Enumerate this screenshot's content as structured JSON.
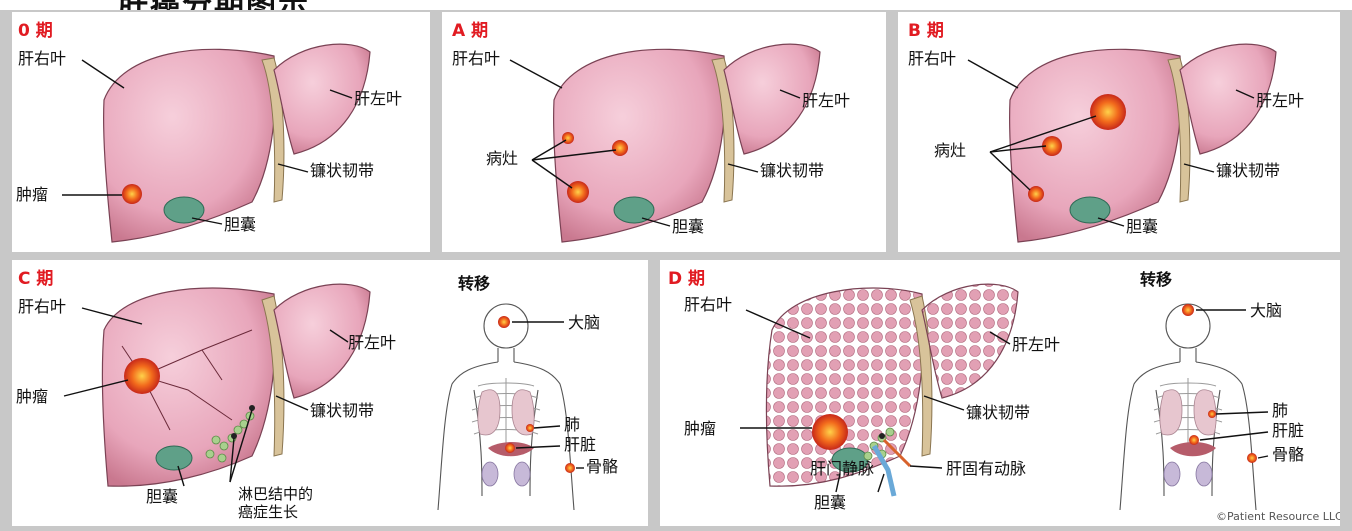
{
  "title": "肝癌分期图示",
  "panels": {
    "stage0": {
      "stage": "0 期",
      "right_lobe": "肝右叶",
      "left_lobe": "肝左叶",
      "ligament": "镰状韧带",
      "tumor": "肿瘤",
      "gallbladder": "胆囊"
    },
    "stageA": {
      "stage": "A 期",
      "right_lobe": "肝右叶",
      "left_lobe": "肝左叶",
      "ligament": "镰状韧带",
      "lesion": "病灶",
      "gallbladder": "胆囊"
    },
    "stageB": {
      "stage": "B 期",
      "right_lobe": "肝右叶",
      "left_lobe": "肝左叶",
      "ligament": "镰状韧带",
      "lesion": "病灶",
      "gallbladder": "胆囊"
    },
    "stageC": {
      "stage": "C 期",
      "right_lobe": "肝右叶",
      "left_lobe": "肝左叶",
      "ligament": "镰状韧带",
      "tumor": "肿瘤",
      "gallbladder": "胆囊",
      "lymph_line1": "淋巴结中的",
      "lymph_line2": "癌症生长",
      "metastasis": "转移",
      "brain": "大脑",
      "lung": "肺",
      "liver": "肝脏",
      "bone": "骨骼"
    },
    "stageD": {
      "stage": "D 期",
      "right_lobe": "肝右叶",
      "left_lobe": "肝左叶",
      "ligament": "镰状韧带",
      "tumor": "肿瘤",
      "gallbladder": "胆囊",
      "portal_vein": "肝门静脉",
      "hepatic_artery": "肝固有动脉",
      "metastasis": "转移",
      "brain": "大脑",
      "lung": "肺",
      "liver": "肝脏",
      "bone": "骨骼"
    }
  },
  "copyright": "©Patient Resource LLC",
  "colors": {
    "stage_label": "#e11b22",
    "liver": "#e8a6bb",
    "tumor": "#e84a1c",
    "gallbladder": "#5fa088",
    "ligament": "#d8c39a"
  }
}
